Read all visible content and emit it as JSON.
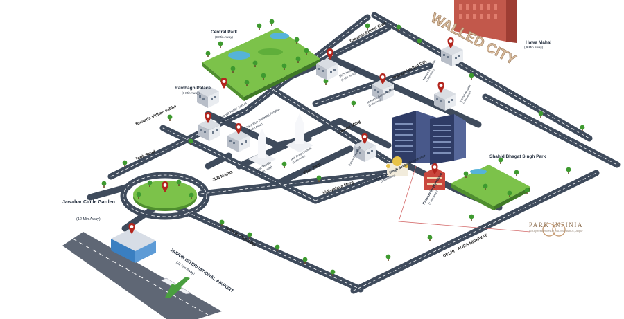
{
  "brand": {
    "name": "PARK INFINIA",
    "tagline": "luxury residences at PALMS PARKS, Jaipur",
    "accent": "#c9a07a"
  },
  "colors": {
    "road": "#3f4b5c",
    "road_dash": "#ffffff",
    "park": "#7cc24a",
    "park_dark": "#4f8f2e",
    "pin": "#b3261e",
    "runway": "#6a7280",
    "tower": "#2f3c66"
  },
  "landmarks": {
    "central_park": {
      "name": "Central Park",
      "time": "(9 Min Away)"
    },
    "rambagh_palace": {
      "name": "Rambagh Palace",
      "time": "(8 Min Away)"
    },
    "hawa_mahal": {
      "name": "Hawa Mahal",
      "time": "( 9 Min Away)"
    },
    "sms_hospital": {
      "name": "SMS Hospital",
      "time": "(6 Min Away)"
    },
    "subodh_school": {
      "name": "Subodh Public School",
      "time": "(8 Min Away)"
    },
    "santokba_hospital": {
      "name": "Santokba Durlabhji Hospital",
      "time": "(8 Min Away)"
    },
    "birla_temple": {
      "name": "Birla Temple",
      "time": "(3 Min Away)"
    },
    "moti_dungri": {
      "name": "Moti Dungri Temple",
      "time": "(3 Min Away)"
    },
    "jawahar_circle": {
      "name": "Jawahar Circle Garden",
      "time": "(12 Min Away)"
    },
    "airport": {
      "name": "JAIPUR INTERNATIONAL AIRPORT",
      "time": "(21 Min Away)"
    },
    "shahid_park": {
      "name": "Shahid Bhagat Singh Park",
      "time": ""
    },
    "gurudwara": {
      "name": "Shri Guru Singh Sabha Gurudwara",
      "time": "(1 Min Away)"
    },
    "ramada": {
      "name": "Ramada by Wyndham",
      "time": "(1 Min Away)"
    },
    "eternal_hospital": {
      "name": "Eternal Hospital",
      "time": "(1 Min Away)"
    },
    "narayana_hospital": {
      "name": "Narayana Hospital",
      "time": "(7 Min Away)"
    },
    "mahatma_hospital": {
      "name": "Mahatma Gandhi Hospital",
      "time": "(5 Min Away)"
    },
    "walled_city": {
      "name": "WALLED CITY"
    }
  },
  "roads": {
    "towards_ajmeri": "Towards Ajmeri Gate",
    "towards_vidhan": "Towards Vidhan sabha",
    "towards_walled": "Toward Walled City",
    "tonk_road": "Tonk Road",
    "jln_marg": "JLN MARG",
    "govind_marg": "Govind Marg",
    "vijay_path": "Vijay Path",
    "vidhyalaya_marg": "Vidhyalaya Marg",
    "nh8_bypass": "NH 8 BYPASS RD",
    "delhi_agra": "DELHI - AGRA HIGHWAY"
  }
}
